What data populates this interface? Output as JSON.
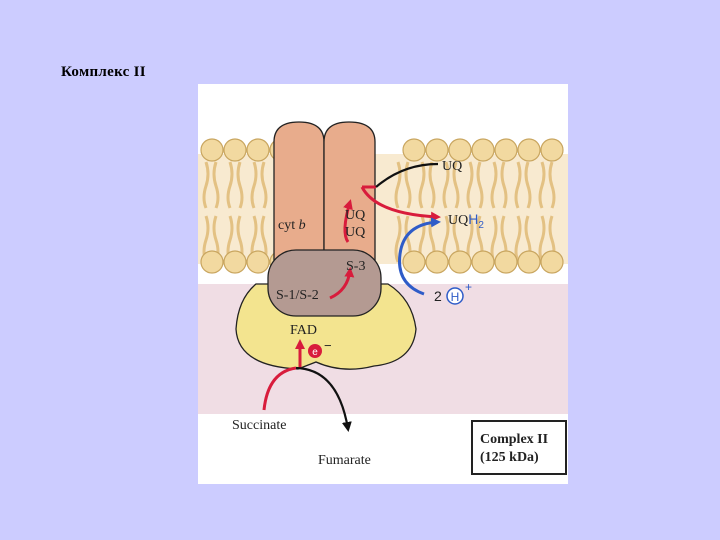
{
  "slide": {
    "title": "Комплекс II"
  },
  "diagram": {
    "labels": {
      "uq_top": "UQ",
      "uqh2_base": "UQ",
      "uqh2_sub": "H",
      "uqh2_num": "2",
      "cyt": "cyt ",
      "cyt_b": "b",
      "uq_site_1": "UQ",
      "uq_site_2": "UQ",
      "s3": "S-3",
      "s12": "S-1/S-2",
      "fad": "FAD",
      "electron": "e",
      "electron_sign": "−",
      "proton_count": "2",
      "proton": "H",
      "proton_charge": "+",
      "succinate": "Succinate",
      "fumarate": "Fumarate"
    },
    "complex_box": {
      "name": "Complex II",
      "mass": "(125 kDa)"
    },
    "colors": {
      "background": "#ccccff",
      "membrane_head": "#f2d9a0",
      "membrane_head_edge": "#c9a660",
      "membrane_tail": "#e8c98a",
      "matrix_tint": "#f0dde4",
      "cyt_b_subunit": "#e8ac8c",
      "iron_sulfur_subunit": "#b49a92",
      "flavoprotein_subunit": "#f3e48f",
      "electron_path": "#d81c3c",
      "proton_path": "#2f5cc8",
      "substrate_path": "#111111"
    }
  }
}
